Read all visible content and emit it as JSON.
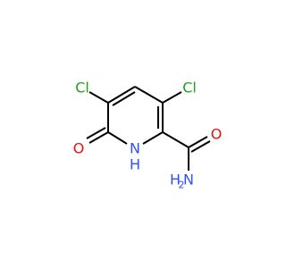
{
  "colors": {
    "bond": "#000000",
    "chlorine": "#1fa01f",
    "oxygen": "#e8110f",
    "nitrogen": "#3050f8"
  },
  "atoms": {
    "cl_left": "Cl",
    "cl_right": "Cl",
    "oxygen_left": "O",
    "oxygen_right": "O",
    "ring_nh_n": "N",
    "ring_nh_h": "H",
    "amide_h": "H",
    "amide_n": "N",
    "amide_h2_sub": "2"
  }
}
